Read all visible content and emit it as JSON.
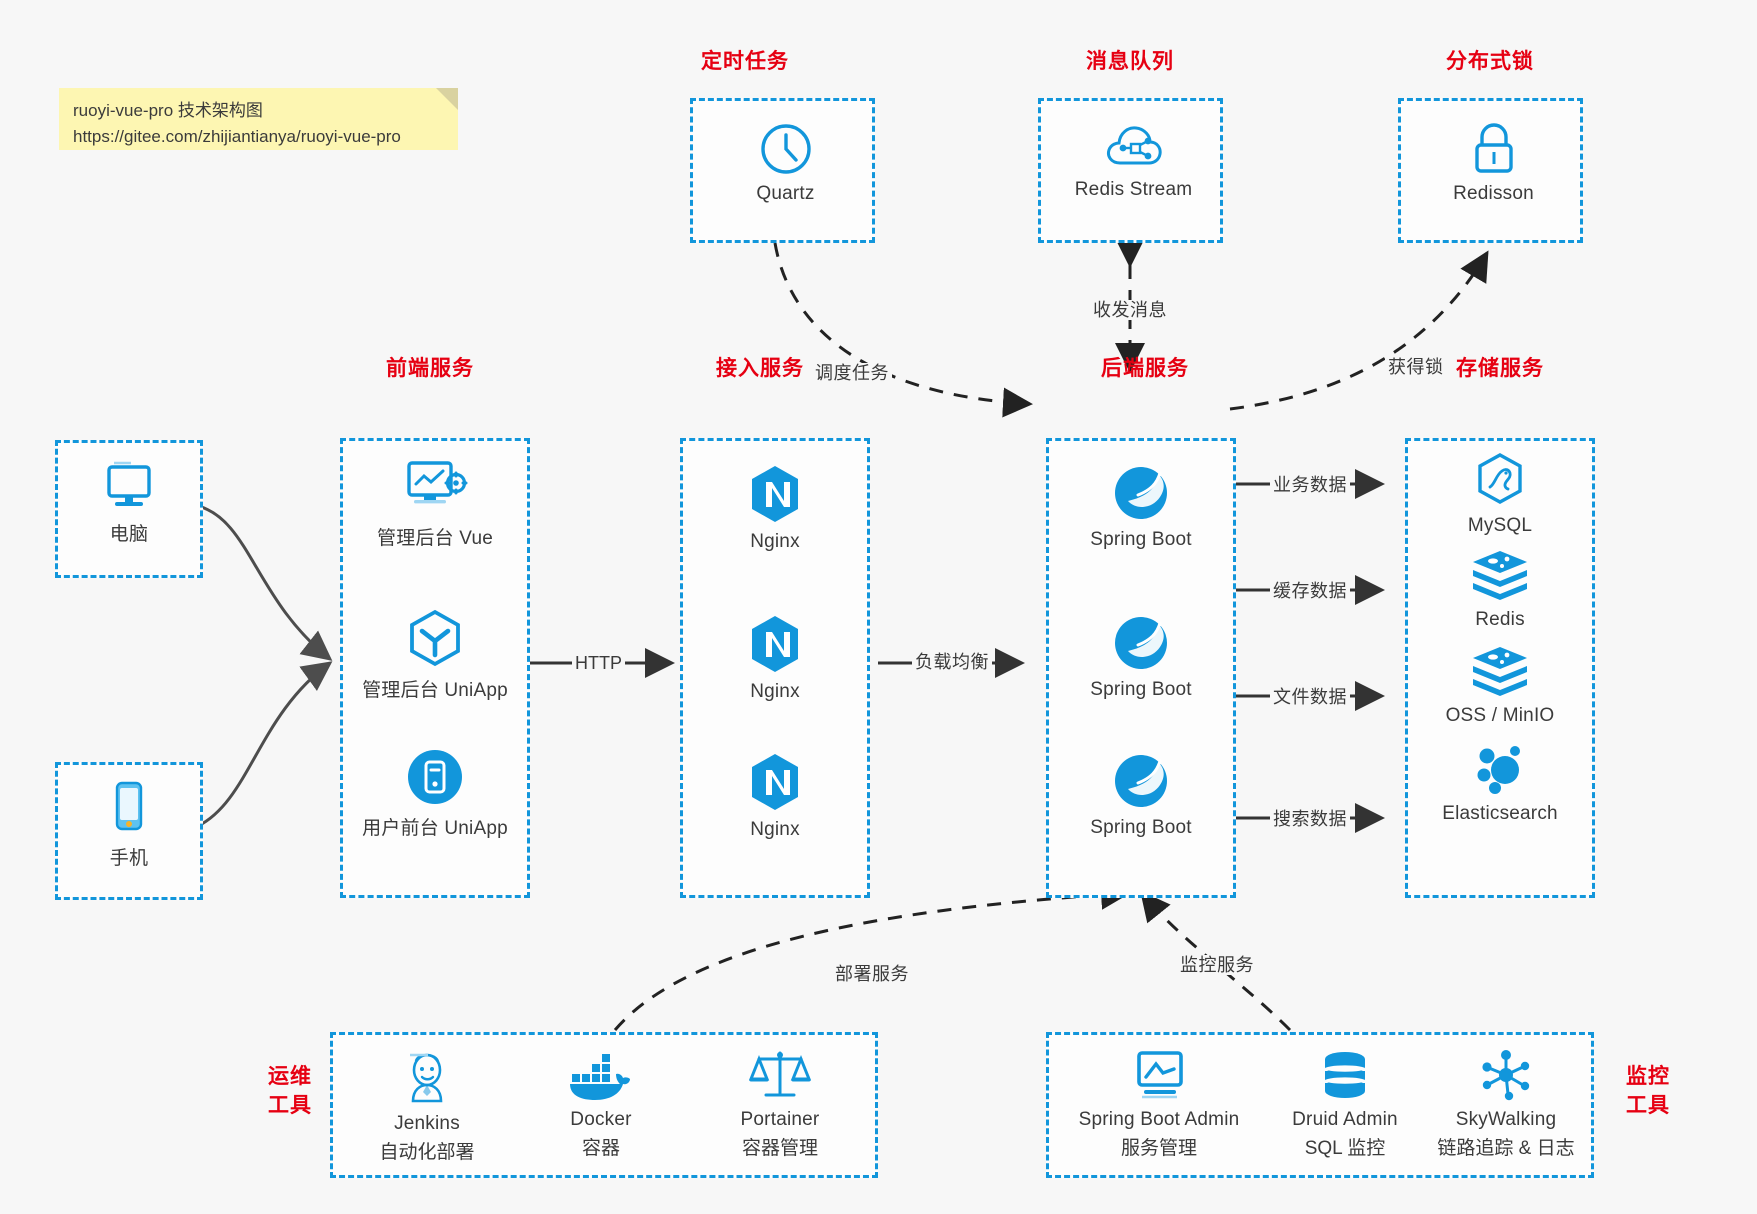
{
  "note": {
    "line1": "ruoyi-vue-pro 技术架构图",
    "line2": "https://gitee.com/zhijiantianya/ruoyi-vue-pro"
  },
  "colors": {
    "accent": "#1296db",
    "group_title": "#e60012",
    "note_bg": "#fdf6b2",
    "canvas": "#f7f7f7",
    "edge": "#333333",
    "curve": "#4d4d4d"
  },
  "groups": {
    "scheduler": {
      "title": "定时任务",
      "nodes": [
        {
          "label": "Quartz",
          "icon": "clock-icon"
        }
      ]
    },
    "mq": {
      "title": "消息队列",
      "nodes": [
        {
          "label": "Redis Stream",
          "icon": "cloud-stream-icon"
        }
      ]
    },
    "lock": {
      "title": "分布式锁",
      "nodes": [
        {
          "label": "Redisson",
          "icon": "lock-icon"
        }
      ]
    },
    "clients": {
      "pc": {
        "label": "电脑",
        "icon": "desktop-icon"
      },
      "mobile": {
        "label": "手机",
        "icon": "phone-icon"
      }
    },
    "frontend": {
      "title": "前端服务",
      "nodes": [
        {
          "label": "管理后台 Vue",
          "icon": "dashboard-gear-icon"
        },
        {
          "label": "管理后台 UniApp",
          "icon": "cube-icon"
        },
        {
          "label": "用户前台 UniApp",
          "icon": "mobile-app-icon"
        }
      ]
    },
    "gateway": {
      "title": "接入服务",
      "nodes": [
        {
          "label": "Nginx",
          "icon": "nginx-icon"
        },
        {
          "label": "Nginx",
          "icon": "nginx-icon"
        },
        {
          "label": "Nginx",
          "icon": "nginx-icon"
        }
      ]
    },
    "backend": {
      "title": "后端服务",
      "nodes": [
        {
          "label": "Spring Boot",
          "icon": "spring-boot-icon"
        },
        {
          "label": "Spring Boot",
          "icon": "spring-boot-icon"
        },
        {
          "label": "Spring Boot",
          "icon": "spring-boot-icon"
        }
      ]
    },
    "storage": {
      "title": "存储服务",
      "nodes": [
        {
          "label": "MySQL",
          "icon": "mysql-icon"
        },
        {
          "label": "Redis",
          "icon": "redis-icon"
        },
        {
          "label": "OSS / MinIO",
          "icon": "redis-icon"
        },
        {
          "label": "Elasticsearch",
          "icon": "elasticsearch-icon"
        }
      ]
    },
    "devops": {
      "title_line1": "运维",
      "title_line2": "工具",
      "nodes": [
        {
          "label": "Jenkins",
          "sub": "自动化部署",
          "icon": "jenkins-icon"
        },
        {
          "label": "Docker",
          "sub": "容器",
          "icon": "docker-icon"
        },
        {
          "label": "Portainer",
          "sub": "容器管理",
          "icon": "scales-icon"
        }
      ]
    },
    "monitor": {
      "title_line1": "监控",
      "title_line2": "工具",
      "nodes": [
        {
          "label": "Spring Boot Admin",
          "sub": "服务管理",
          "icon": "monitor-chart-icon"
        },
        {
          "label": "Druid Admin",
          "sub": "SQL 监控",
          "icon": "database-icon"
        },
        {
          "label": "SkyWalking",
          "sub": "链路追踪 & 日志",
          "icon": "skywalking-icon"
        }
      ]
    }
  },
  "edges": [
    {
      "id": "http",
      "label": "HTTP"
    },
    {
      "id": "lb",
      "label": "负载均衡"
    },
    {
      "id": "schedule",
      "label": "调度任务"
    },
    {
      "id": "mq-msg",
      "label": "收发消息"
    },
    {
      "id": "get-lock",
      "label": "获得锁"
    },
    {
      "id": "biz-data",
      "label": "业务数据"
    },
    {
      "id": "cache-data",
      "label": "缓存数据"
    },
    {
      "id": "file-data",
      "label": "文件数据"
    },
    {
      "id": "search-data",
      "label": "搜索数据"
    },
    {
      "id": "deploy",
      "label": "部署服务"
    },
    {
      "id": "monitor",
      "label": "监控服务"
    }
  ]
}
